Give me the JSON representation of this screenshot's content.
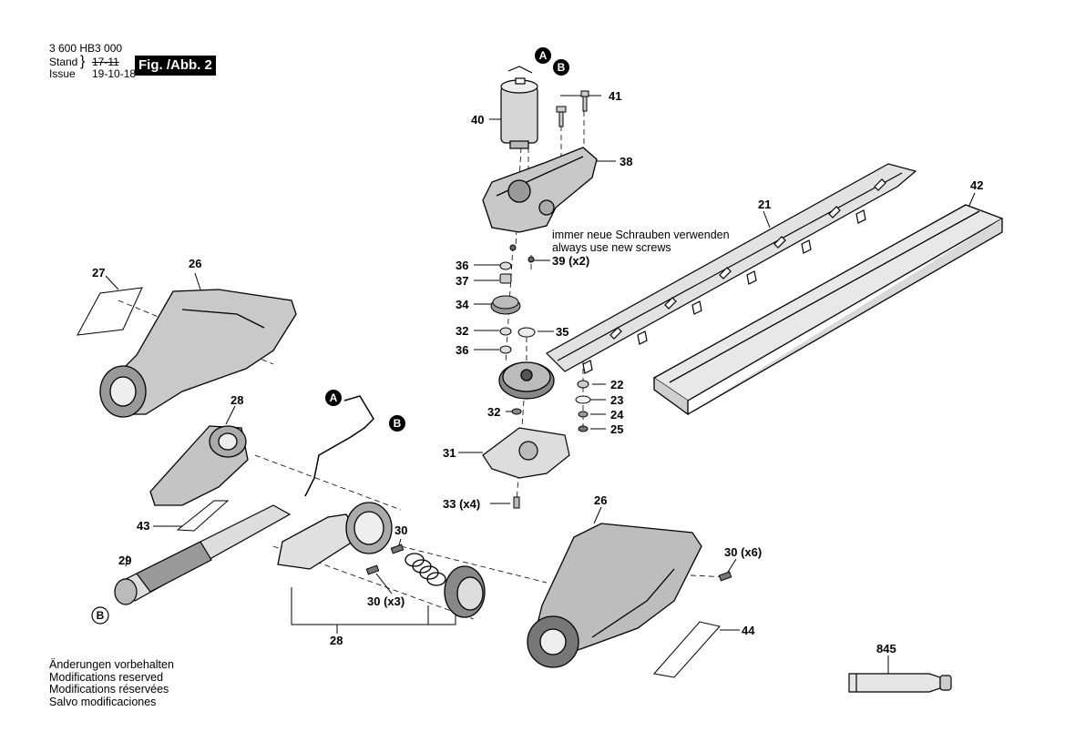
{
  "header": {
    "part_number": "3 600 HB3 000",
    "stand_label": "Stand",
    "issue_label": "Issue",
    "old_date": "17-11",
    "date": "19-10-18",
    "figure": "Fig. /Abb. 2"
  },
  "notes": {
    "de": "immer neue Schrauben verwenden",
    "en": "always use new screws"
  },
  "footer": [
    "Änderungen vorbehalten",
    "Modifications reserved",
    "Modifications réservées",
    "Salvo modificaciones"
  ],
  "connectors": {
    "a": "A",
    "b": "B"
  },
  "labels": {
    "p40": "40",
    "p41": "41",
    "p38": "38",
    "p21": "21",
    "p42": "42",
    "p36a": "36",
    "p37": "37",
    "p34": "34",
    "p32a": "32",
    "p36b": "36",
    "p39": "39 (x2)",
    "p35": "35",
    "p22": "22",
    "p23": "23",
    "p24": "24",
    "p25": "25",
    "p32b": "32",
    "p31": "31",
    "p33": "33 (x4)",
    "p27": "27",
    "p26a": "26",
    "p28a": "28",
    "p43": "43",
    "p29": "29",
    "p30a": "30",
    "p30b": "30 (x3)",
    "p28b": "28",
    "p26b": "26",
    "p30c": "30 (x6)",
    "p44": "44",
    "p845": "845"
  }
}
